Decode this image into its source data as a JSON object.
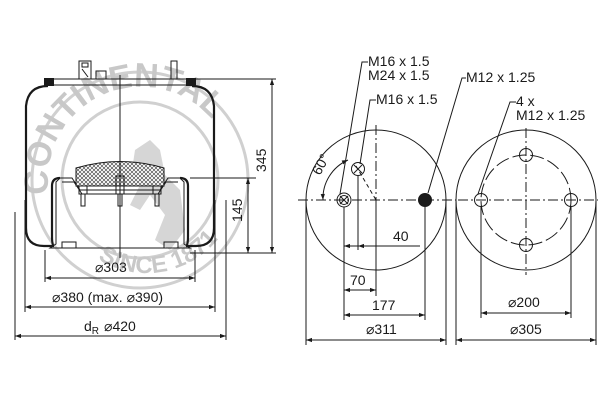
{
  "watermark": {
    "brand": "CONTINENTAL",
    "since": "SINCE 1871",
    "color": "#c8c8c8"
  },
  "side_view": {
    "height_total": "345",
    "height_piston": "145",
    "piston_diameter": "⌀303",
    "bellow_diameter": "⌀380 (max. ⌀390)",
    "dr_label": "d",
    "dr_subscript": "R",
    "dr_diameter": "⌀420"
  },
  "top_plate_view": {
    "callout_1_line1": "M16 x 1.5",
    "callout_1_line2": "M24 x 1.5",
    "callout_2": "M16 x 1.5",
    "callout_3": "M12 x 1.25",
    "angle": "60°",
    "dim_40": "40",
    "dim_70": "70",
    "dim_177": "177",
    "diameter": "⌀311"
  },
  "bottom_plate_view": {
    "callout_count": "4 x",
    "callout_thread": "M12 x 1.25",
    "bolt_circle": "⌀200",
    "diameter": "⌀305"
  }
}
